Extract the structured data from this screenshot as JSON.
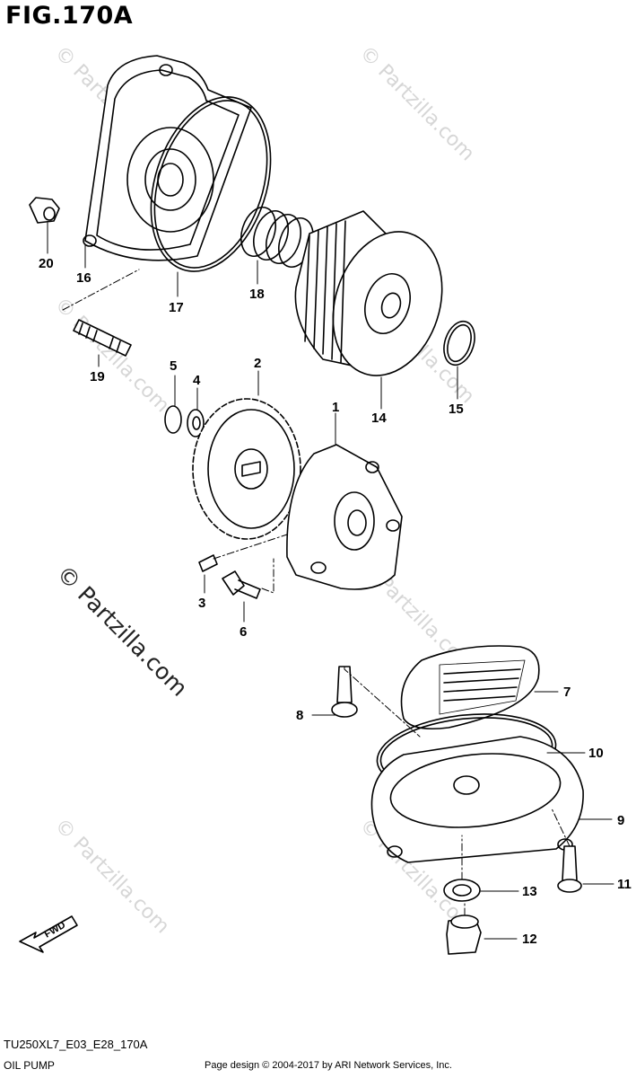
{
  "figure": {
    "title": "FIG.170A",
    "code": "TU250XL7_E03_E28_170A",
    "name": "OIL PUMP",
    "credit": "Page design © 2004-2017 by ARI Network Services, Inc."
  },
  "watermark": {
    "small": "© Partzilla.com",
    "large": "© Partzilla.com"
  },
  "fwd_label": "FWD",
  "callouts": [
    "1",
    "2",
    "3",
    "4",
    "5",
    "6",
    "7",
    "8",
    "9",
    "10",
    "11",
    "12",
    "13",
    "14",
    "15",
    "16",
    "17",
    "18",
    "19",
    "20"
  ]
}
